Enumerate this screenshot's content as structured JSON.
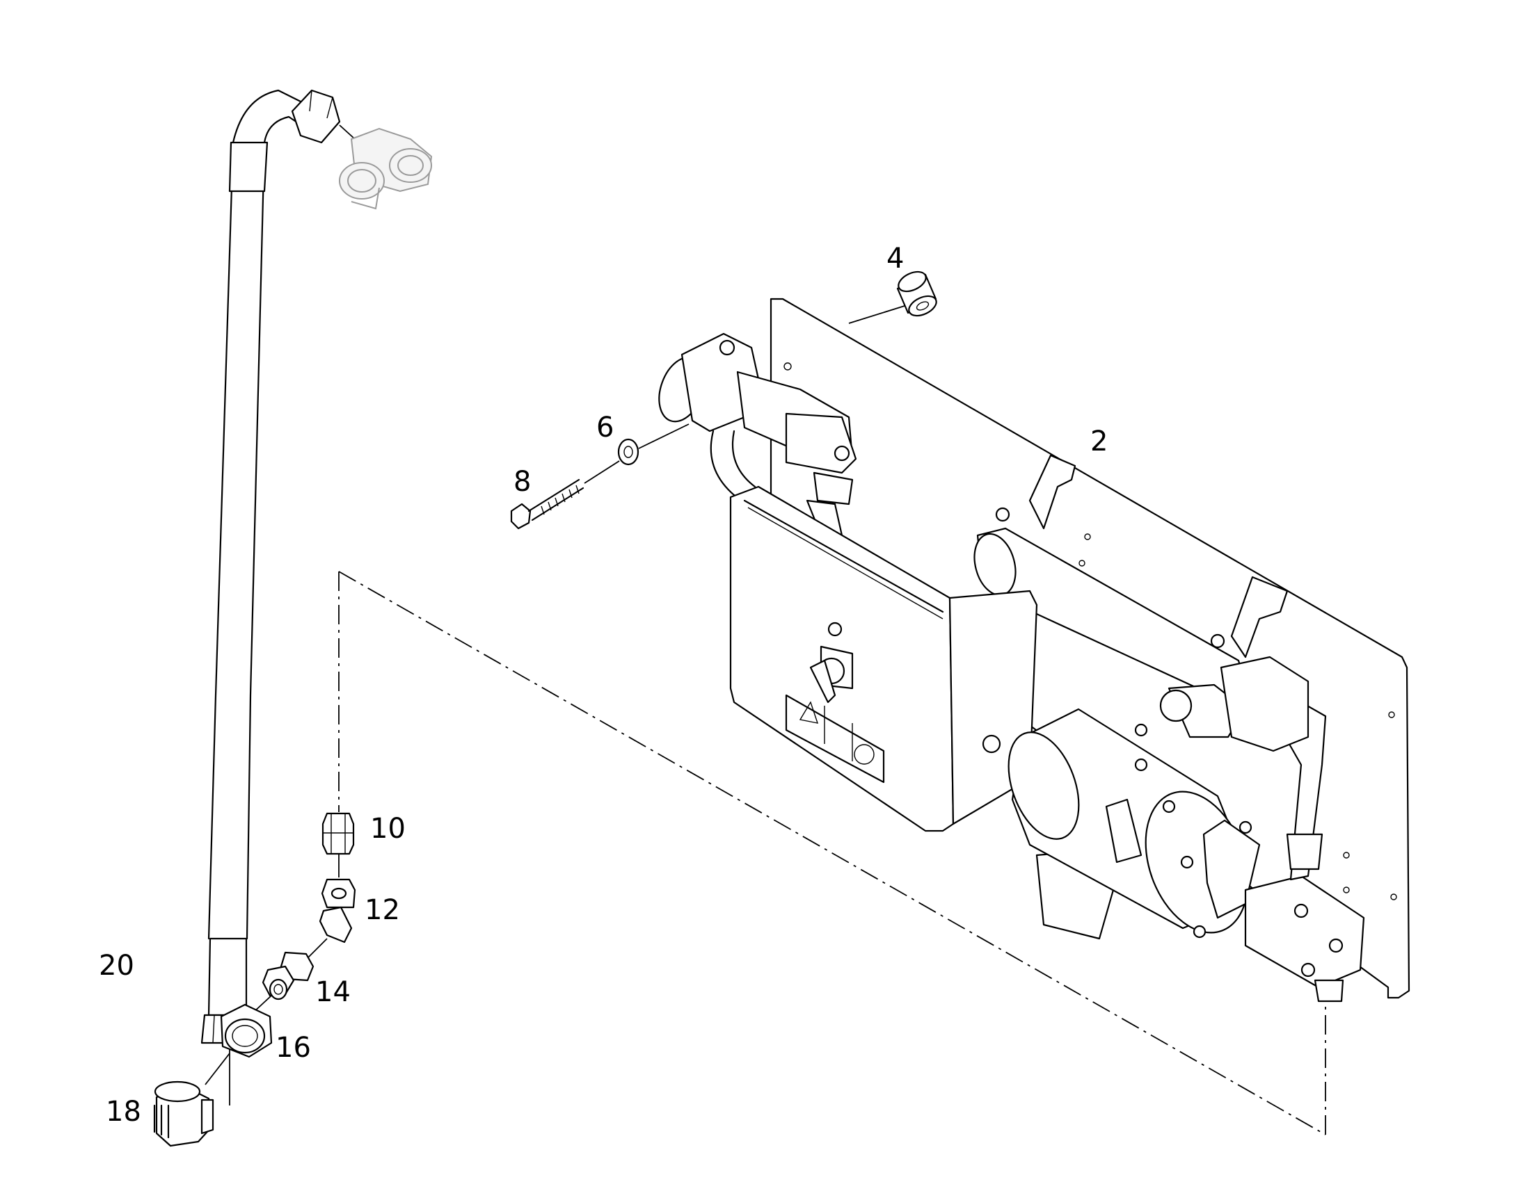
{
  "callouts": {
    "item_2": "2",
    "item_4": "4",
    "item_6": "6",
    "item_8": "8",
    "item_10": "10",
    "item_12": "12",
    "item_14": "14",
    "item_16": "16",
    "item_18": "18",
    "item_20": "20"
  }
}
